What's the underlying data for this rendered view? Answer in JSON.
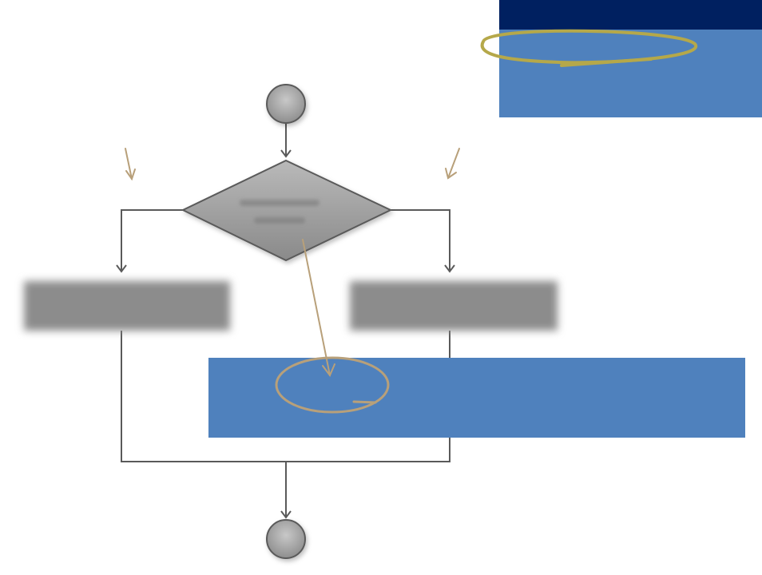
{
  "diagram": {
    "type": "flowchart",
    "nodes": [
      {
        "id": "start",
        "shape": "circle",
        "label": ""
      },
      {
        "id": "decision",
        "shape": "diamond",
        "label": ""
      },
      {
        "id": "process-left",
        "shape": "rectangle",
        "label": ""
      },
      {
        "id": "process-right",
        "shape": "rectangle",
        "label": ""
      },
      {
        "id": "end",
        "shape": "circle",
        "label": ""
      }
    ],
    "edges": [
      {
        "from": "start",
        "to": "decision"
      },
      {
        "from": "decision",
        "to": "process-left"
      },
      {
        "from": "decision",
        "to": "process-right"
      },
      {
        "from": "process-left",
        "to": "end"
      },
      {
        "from": "process-right",
        "to": "end"
      }
    ]
  },
  "callouts": {
    "top": {
      "text": ""
    },
    "bottom": {
      "text": ""
    }
  },
  "colors": {
    "callout_fill": "#4f81bd",
    "callout_header": "#002060",
    "connector": "#5a5a5a",
    "node_fill": "#9a9a9a",
    "annotation_tan": "#b8a07a",
    "annotation_olive": "#b5a84a"
  }
}
